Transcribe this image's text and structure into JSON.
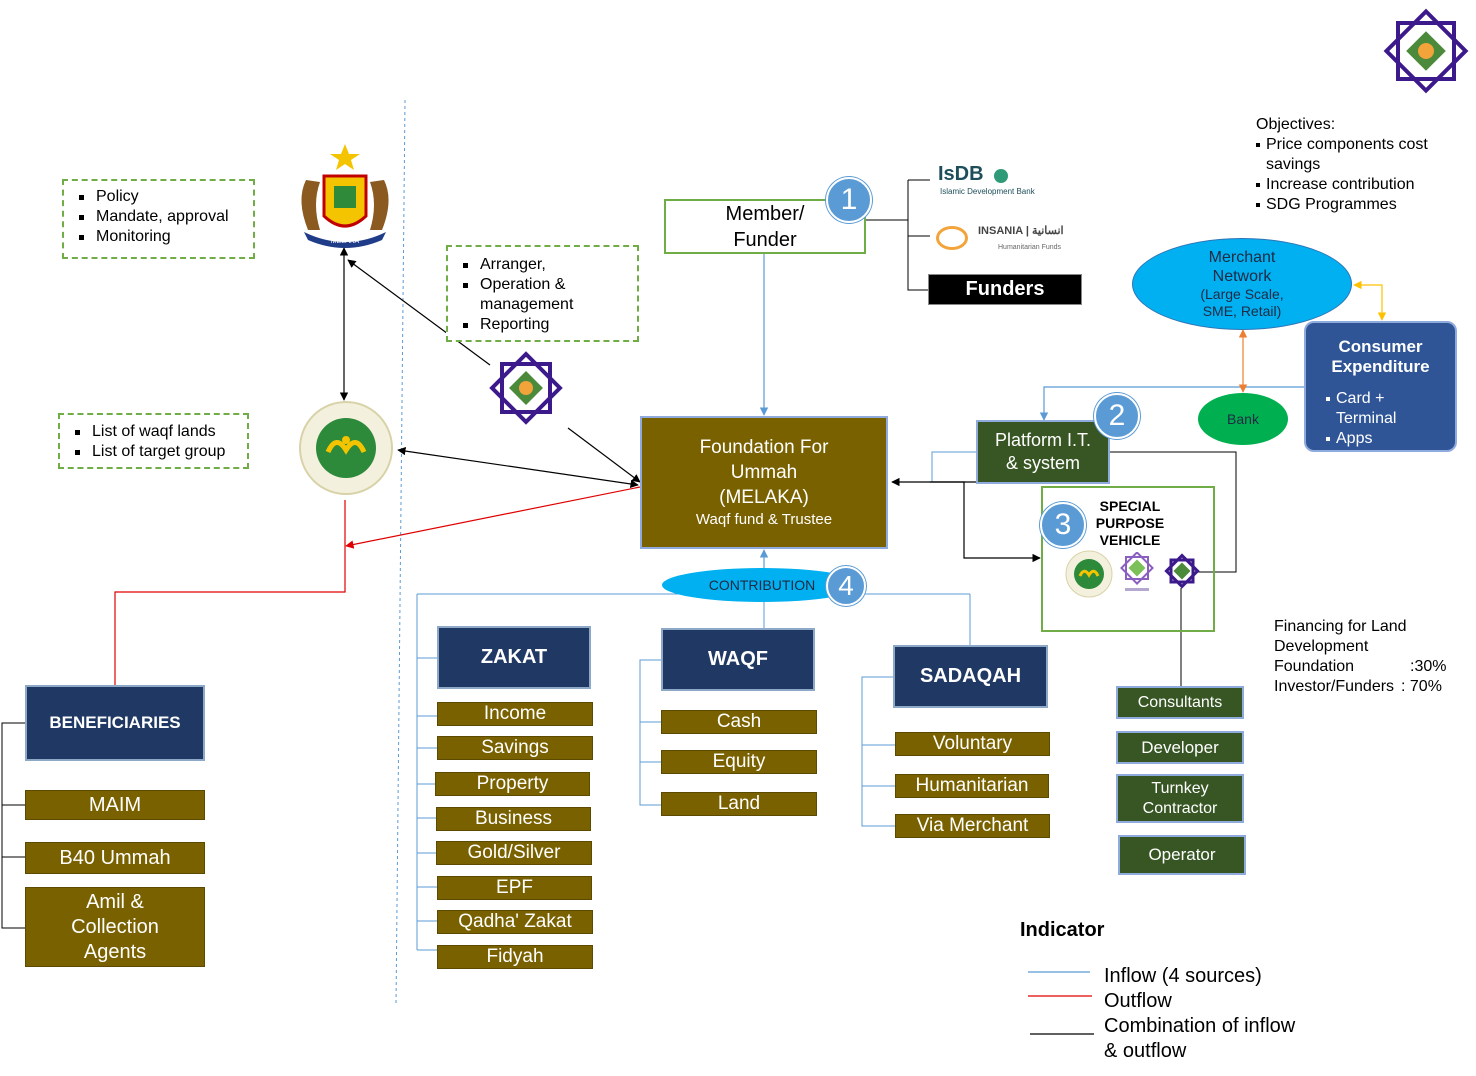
{
  "policy_box": {
    "items": [
      "Policy",
      "Mandate, approval",
      "Monitoring"
    ]
  },
  "arranger_box": {
    "items": [
      "Arranger,",
      "Operation & management",
      "Reporting"
    ]
  },
  "waqf_lands_box": {
    "items": [
      "List of waqf lands",
      "List of target group"
    ]
  },
  "member_funder": {
    "line1": "Member/",
    "line2": "Funder"
  },
  "funders": {
    "label": "Funders",
    "isdb_text": "IsDB",
    "isdb_sub": "Islamic Development Bank",
    "insania_text": "INSANIA | انسانية",
    "insania_sub": "Humanitarian Funds"
  },
  "objectives": {
    "title": "Objectives:",
    "items": [
      "Price components cost savings",
      "Increase contribution",
      "SDG Programmes"
    ]
  },
  "merchant_network": {
    "line1": "Merchant",
    "line2": "Network",
    "line3": "(Large Scale,",
    "line4": "SME, Retail)"
  },
  "consumer": {
    "title1": "Consumer",
    "title2": "Expenditure",
    "items": [
      "Card + Terminal",
      "Apps"
    ]
  },
  "bank": {
    "label": "Bank"
  },
  "platform": {
    "line1": "Platform I.T.",
    "line2": "& system"
  },
  "foundation": {
    "line1": "Foundation For",
    "line2": "Ummah",
    "line3": "(MELAKA)",
    "line4": "Waqf fund & Trustee"
  },
  "spv": {
    "line1": "SPECIAL",
    "line2": "PURPOSE",
    "line3": "VEHICLE"
  },
  "numbers": [
    "1",
    "2",
    "3",
    "4"
  ],
  "contribution": {
    "label": "CONTRIBUTION"
  },
  "financing": {
    "line1": "Financing for Land",
    "line2": "Development",
    "foundation_label": "Foundation",
    "foundation_value": ":30%",
    "investor_label": "Investor/Funders",
    "investor_value": ": 70%"
  },
  "spv_partners": [
    "Consultants",
    "Developer",
    "Turnkey Contractor",
    "Operator"
  ],
  "zakat": {
    "title": "ZAKAT",
    "items": [
      "Income",
      "Savings",
      "Property",
      "Business",
      "Gold/Silver",
      "EPF",
      "Qadha' Zakat",
      "Fidyah"
    ]
  },
  "waqf": {
    "title": "WAQF",
    "items": [
      "Cash",
      "Equity",
      "Land"
    ]
  },
  "sadaqah": {
    "title": "SADAQAH",
    "items": [
      "Voluntary",
      "Humanitarian",
      "Via Merchant"
    ]
  },
  "beneficiaries": {
    "title": "BENEFICIARIES",
    "items": [
      "MAIM",
      "B40 Ummah",
      "Amil & Collection Agents"
    ]
  },
  "indicator": {
    "title": "Indicator",
    "inflow": "Inflow (4 sources)",
    "outflow": "Outflow",
    "combo_line1": "Combination of inflow",
    "combo_line2": "& outflow"
  },
  "seal_text": "MELAKA",
  "colors": {
    "olive": "#7a6100",
    "navy": "#1f3864",
    "dark_green": "#375623",
    "blue_line": "#5b9bd5",
    "red_line": "#e00000",
    "cyan": "#00b0f0",
    "green_ellipse": "#00b050",
    "consumer_blue": "#2f5597",
    "logo_purple": "#3d1a8c"
  }
}
